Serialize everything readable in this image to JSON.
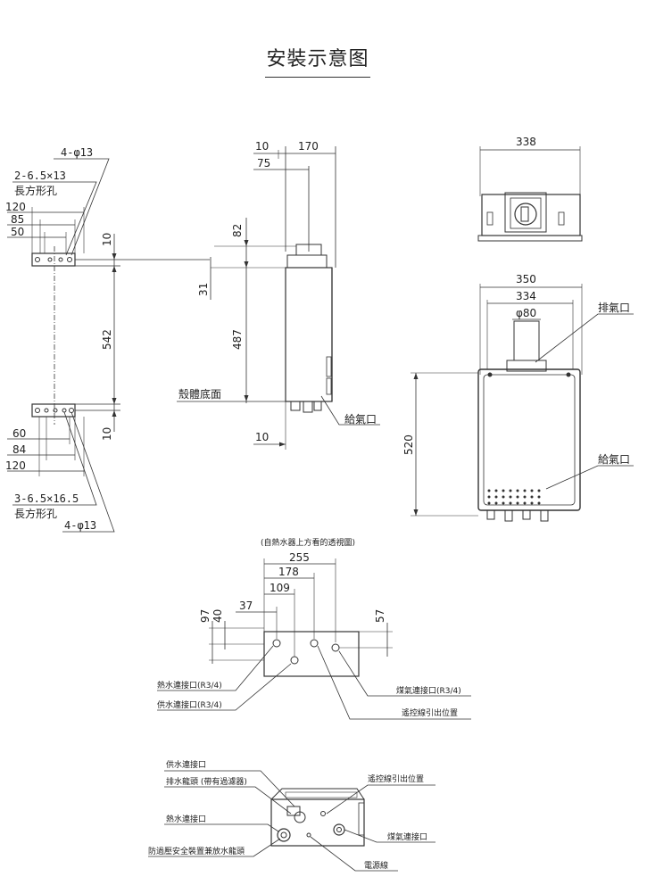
{
  "title": "安裝示意图",
  "left_view": {
    "top_hole": "4-φ13",
    "top_slot": "2-6.5×13",
    "top_slot_name": "長方形孔",
    "top_dims": [
      "120",
      "85",
      "50"
    ],
    "right_dims": [
      "10",
      "542",
      "10"
    ],
    "bottom_dims": [
      "60",
      "84",
      "120"
    ],
    "bottom_slot": "3-6.5×16.5",
    "bottom_slot_name": "長方形孔",
    "bottom_hole": "4-φ13"
  },
  "side_view": {
    "top_dims": [
      "10",
      "170",
      "75"
    ],
    "vertical_dims": [
      "82",
      "31",
      "487"
    ],
    "bottom_dim": "10",
    "case_bottom": "殼體底面",
    "air_inlet": "給氣口"
  },
  "front_view": {
    "top_width": "338",
    "widths": [
      "350",
      "334"
    ],
    "flue_dia": "φ80",
    "height": "520",
    "exhaust": "排氣口",
    "air_inlet": "給氣口"
  },
  "bottom_view": {
    "caption": "(自熱水器上方看的透視圖)",
    "h_dims": [
      "255",
      "178",
      "109",
      "37"
    ],
    "v_dims": [
      "97",
      "40",
      "57"
    ],
    "hot_water": "熱水連接口(R3/4)",
    "cold_water": "供水連接口(R3/4)",
    "gas": "煤氣連接口(R3/4)",
    "remote": "遙控線引出位置"
  },
  "connections": {
    "water_in": "供水連接口",
    "drain": "排水龍頭 (帶有過濾器)",
    "remote": "遙控線引出位置",
    "hot_water": "熱水連接口",
    "gas": "煤氣連接口",
    "safety": "防過壓安全裝置兼放水龍頭",
    "power": "電源線"
  }
}
